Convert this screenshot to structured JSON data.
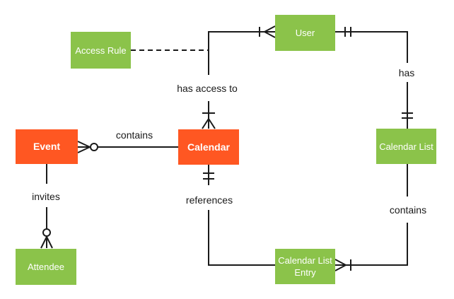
{
  "diagram": {
    "type": "entity-relationship",
    "colors": {
      "background": "#ffffff",
      "entity_green": "#8bc34a",
      "entity_orange": "#ff5722",
      "entity_text": "#ffffff",
      "line": "#1a1a1a",
      "label_text": "#1a1a1a"
    },
    "entities": {
      "access_rule": {
        "label": "Access Rule",
        "color": "green"
      },
      "user": {
        "label": "User",
        "color": "green"
      },
      "event": {
        "label": "Event",
        "color": "orange"
      },
      "calendar": {
        "label": "Calendar",
        "color": "orange"
      },
      "calendar_list": {
        "label": "Calendar List",
        "color": "green"
      },
      "attendee": {
        "label": "Attendee",
        "color": "green"
      },
      "calendar_list_entry": {
        "label": "Calendar List Entry",
        "color": "green"
      }
    },
    "relationships": [
      {
        "id": "contains-events",
        "label": "contains",
        "between": [
          "Calendar",
          "Event"
        ],
        "cardinality_at_event": "zero or many",
        "style": "solid"
      },
      {
        "id": "invites",
        "label": "invites",
        "between": [
          "Event",
          "Attendee"
        ],
        "cardinality_at_attendee": "zero or many",
        "style": "solid"
      },
      {
        "id": "has-access-to",
        "label": "has access to",
        "between": [
          "Calendar",
          "User"
        ],
        "cardinality_at_calendar": "one or many",
        "cardinality_at_user": "one or many",
        "style": "solid"
      },
      {
        "id": "access-rule-attachment",
        "label": "",
        "between": [
          "Access Rule",
          "has access to relationship"
        ],
        "style": "dashed"
      },
      {
        "id": "has",
        "label": "has",
        "between": [
          "User",
          "Calendar List"
        ],
        "cardinality_at_user": "one and only one",
        "cardinality_at_calendar_list": "one and only one",
        "style": "solid"
      },
      {
        "id": "references",
        "label": "references",
        "between": [
          "Calendar",
          "Calendar List Entry"
        ],
        "cardinality_at_calendar": "one and only one",
        "style": "solid"
      },
      {
        "id": "contains-entries",
        "label": "contains",
        "between": [
          "Calendar List",
          "Calendar List Entry"
        ],
        "cardinality_at_calendar_list_entry": "one or many",
        "style": "solid"
      }
    ]
  }
}
